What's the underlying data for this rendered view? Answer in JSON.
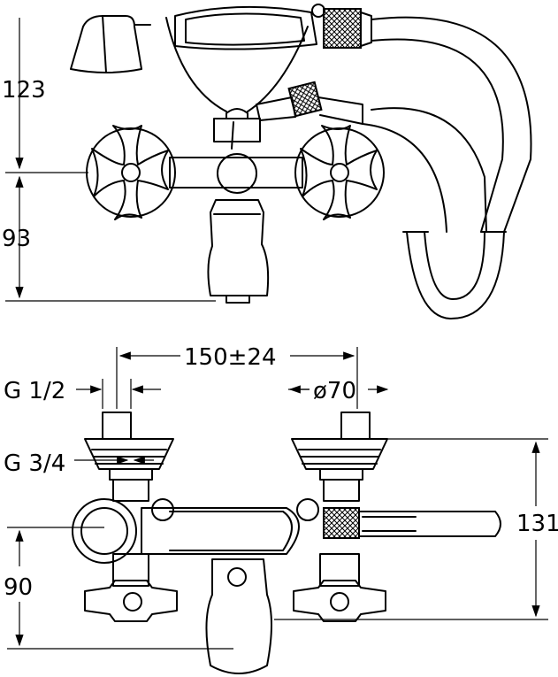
{
  "dimensions": {
    "upper_height": "123",
    "lower_height": "93",
    "spacing": "150±24",
    "inlet_thread": "G 1/2",
    "outlet_thread": "G 3/4",
    "rosette_diameter": "ø70",
    "overall_height": "131",
    "front_height": "90"
  }
}
